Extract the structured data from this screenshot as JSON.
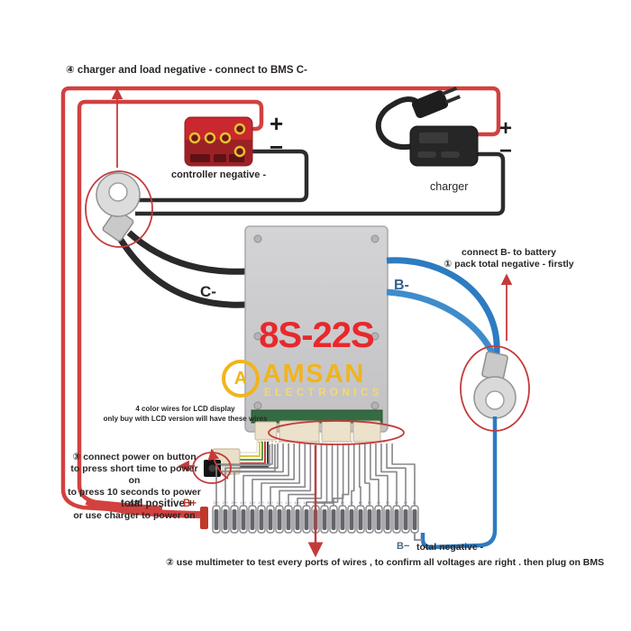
{
  "annotations": {
    "step4": "④ charger and load negative - connect to BMS C-",
    "step1_line1": "connect B- to battery",
    "step1_line2": "①  pack total negative - firstly",
    "step3_line1": "③ connect power on button",
    "step3_line2": "to press short time to power on",
    "step3_line3": "to press 10 seconds to power off",
    "step3_line4": "or use charger to power on",
    "step2": "②   use multimeter to test every ports of wires , to confirm all voltages are right . then plug on BMS",
    "lcd_line1": "4 color wires for LCD display",
    "lcd_line2": "only buy with LCD version will have these wires",
    "total_positive": "total positive +",
    "b_plus": "B+",
    "b_minus_bottom": "B−",
    "total_negative_bottom": "total negative -"
  },
  "devices": {
    "controller": {
      "label": "controller negative -",
      "plus": "+",
      "minus": "−"
    },
    "charger": {
      "label": "charger",
      "plus": "+",
      "minus": "−"
    },
    "bms": {
      "model": "8S-22S",
      "brand": "AMSAN",
      "brand_sub": "ELECTRONICS",
      "logo_letter": "A",
      "c_minus_label": "C-",
      "b_minus_label": "B-"
    }
  },
  "terminal_row": {
    "labels": [
      "22+",
      "21+",
      "20+",
      "19+",
      "18+",
      "17+",
      "16+",
      "15+",
      "14+",
      "13+",
      "12+",
      "11+",
      "10+",
      "9+",
      "8+",
      "7+",
      "6+",
      "5+",
      "4+",
      "3+",
      "2+",
      "1+",
      "B-"
    ]
  },
  "colors": {
    "wire_red": "#d2413f",
    "wire_black": "#2c2c2e",
    "wire_blue": "#2d7bc1",
    "wire_blue_light": "#3f8ccb",
    "annotation_red": "#c43b3b",
    "balance_wire": "#87878b",
    "brand_yellow": "#f1b41d",
    "brand_yellow_light": "#f6d76b",
    "model_red": "#e8282c",
    "b_plus_red": "#c0392b"
  }
}
